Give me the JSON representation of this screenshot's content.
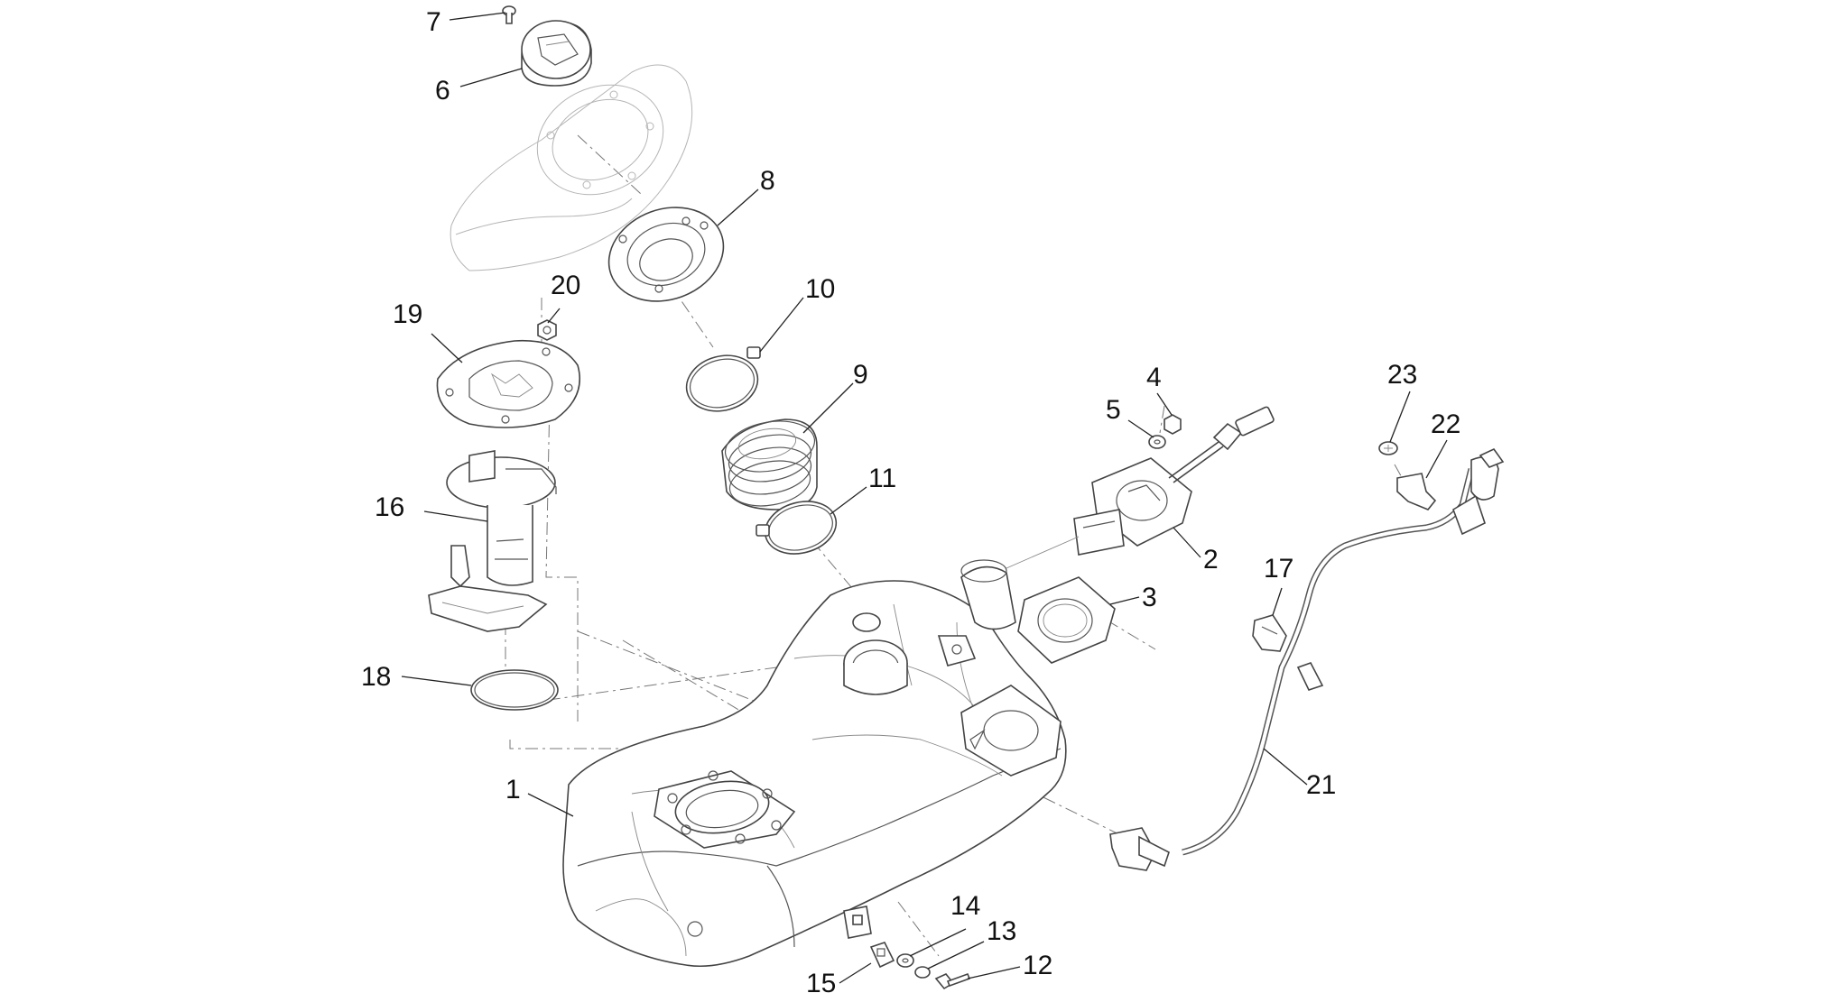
{
  "callouts": [
    {
      "label": "1"
    },
    {
      "label": "2"
    },
    {
      "label": "3"
    },
    {
      "label": "4"
    },
    {
      "label": "5"
    },
    {
      "label": "6"
    },
    {
      "label": "7"
    },
    {
      "label": "8"
    },
    {
      "label": "9"
    },
    {
      "label": "10"
    },
    {
      "label": "11"
    },
    {
      "label": "12"
    },
    {
      "label": "13"
    },
    {
      "label": "14"
    },
    {
      "label": "15"
    },
    {
      "label": "16"
    },
    {
      "label": "17"
    },
    {
      "label": "18"
    },
    {
      "label": "19"
    },
    {
      "label": "20"
    },
    {
      "label": "21"
    },
    {
      "label": "22"
    },
    {
      "label": "23"
    }
  ]
}
